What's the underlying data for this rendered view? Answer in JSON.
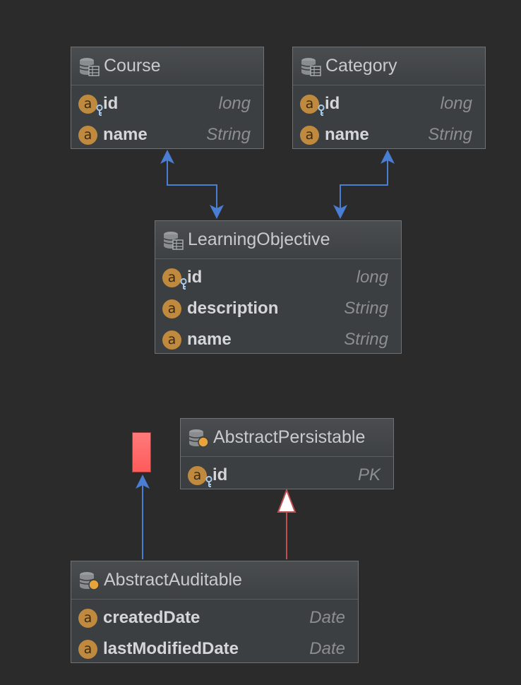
{
  "colors": {
    "background": "#2b2b2b",
    "entity_fill": "#3c3f41",
    "association_line": "#4a7ed3",
    "inheritance_line": "#c05050",
    "attribute_icon": "#c08a3e",
    "marker_box": "#ff6666"
  },
  "entities": {
    "course": {
      "title": "Course",
      "icon": "table-icon",
      "fields": [
        {
          "name": "id",
          "type": "long",
          "icon": "primary-key-attribute-icon"
        },
        {
          "name": "name",
          "type": "String",
          "icon": "attribute-icon"
        }
      ]
    },
    "category": {
      "title": "Category",
      "icon": "table-icon",
      "fields": [
        {
          "name": "id",
          "type": "long",
          "icon": "primary-key-attribute-icon"
        },
        {
          "name": "name",
          "type": "String",
          "icon": "attribute-icon"
        }
      ]
    },
    "learning_objective": {
      "title": "LearningObjective",
      "icon": "table-icon",
      "fields": [
        {
          "name": "id",
          "type": "long",
          "icon": "primary-key-attribute-icon"
        },
        {
          "name": "description",
          "type": "String",
          "icon": "attribute-icon"
        },
        {
          "name": "name",
          "type": "String",
          "icon": "attribute-icon"
        }
      ]
    },
    "abstract_persistable": {
      "title": "AbstractPersistable",
      "icon": "mapped-superclass-icon",
      "fields": [
        {
          "name": "id",
          "type": "PK",
          "icon": "primary-key-attribute-icon"
        }
      ]
    },
    "abstract_auditable": {
      "title": "AbstractAuditable",
      "icon": "mapped-superclass-icon",
      "fields": [
        {
          "name": "createdDate",
          "type": "Date",
          "icon": "attribute-icon"
        },
        {
          "name": "lastModifiedDate",
          "type": "Date",
          "icon": "attribute-icon"
        }
      ]
    }
  },
  "relations": [
    {
      "from": "course",
      "to": "learning_objective",
      "kind": "association-bidirectional"
    },
    {
      "from": "category",
      "to": "learning_objective",
      "kind": "association-bidirectional"
    },
    {
      "from": "abstract_auditable",
      "to": "unresolved-marker",
      "kind": "association"
    },
    {
      "from": "abstract_auditable",
      "to": "abstract_persistable",
      "kind": "inheritance"
    }
  ]
}
